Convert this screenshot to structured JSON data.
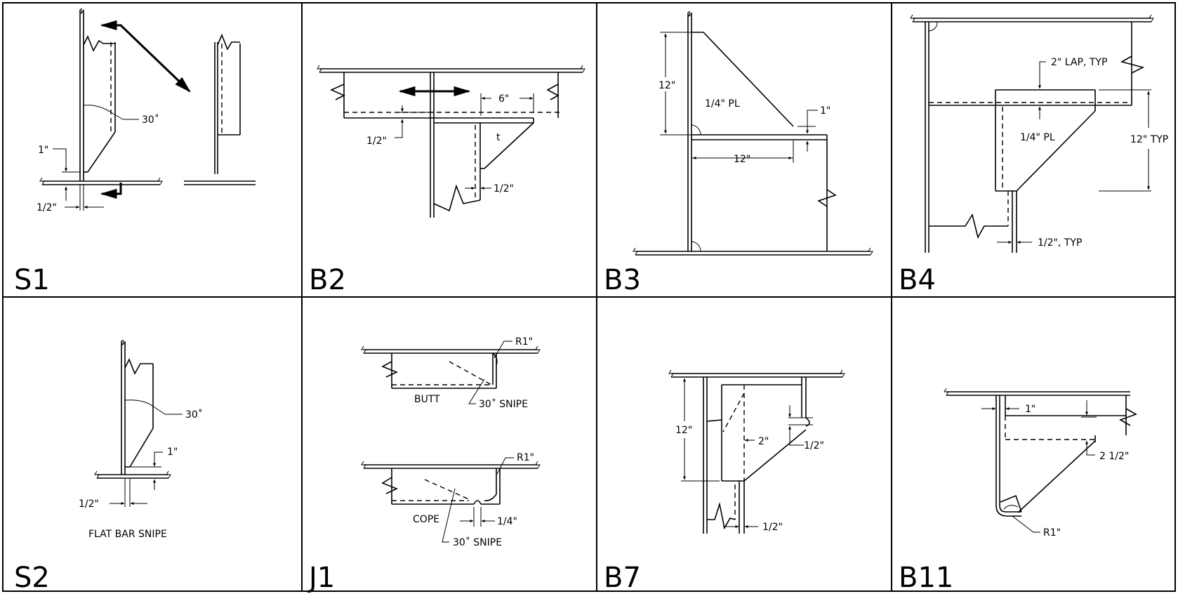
{
  "panels": {
    "s1": {
      "id": "S1",
      "angle": "30˚",
      "dim_1in": "1\"",
      "dim_half": "1/2\""
    },
    "b2": {
      "id": "B2",
      "dim_6": "6\"",
      "t": "t",
      "dim_half_a": "1/2\"",
      "dim_half_b": "1/2\""
    },
    "b3": {
      "id": "B3",
      "dim_12a": "12\"",
      "pl": "1/4\" PL",
      "dim_1": "1\"",
      "dim_12b": "12\""
    },
    "b4": {
      "id": "B4",
      "lap": "2\" LAP, TYP",
      "pl": "1/4\" PL",
      "dim_12typ": "12\" TYP",
      "dim_half_typ": "1/2\", TYP"
    },
    "s2": {
      "id": "S2",
      "angle": "30˚",
      "dim_1in": "1\"",
      "dim_half": "1/2\"",
      "caption": "FLAT BAR SNIPE"
    },
    "j1": {
      "id": "J1",
      "r1a": "R1\"",
      "butt": "BUTT",
      "snipe_a": "30˚ SNIPE",
      "r1b": "R1\"",
      "cope": "COPE",
      "dim_quarter": "1/4\"",
      "snipe_b": "30˚ SNIPE"
    },
    "b7": {
      "id": "B7",
      "dim_12": "12\"",
      "dim_2": "2\"",
      "dim_half_a": "1/2\"",
      "dim_half_b": "1/2\""
    },
    "b11": {
      "id": "B11",
      "dim_1": "1\"",
      "dim_2half": "2 1/2\"",
      "r1": "R1\""
    }
  }
}
